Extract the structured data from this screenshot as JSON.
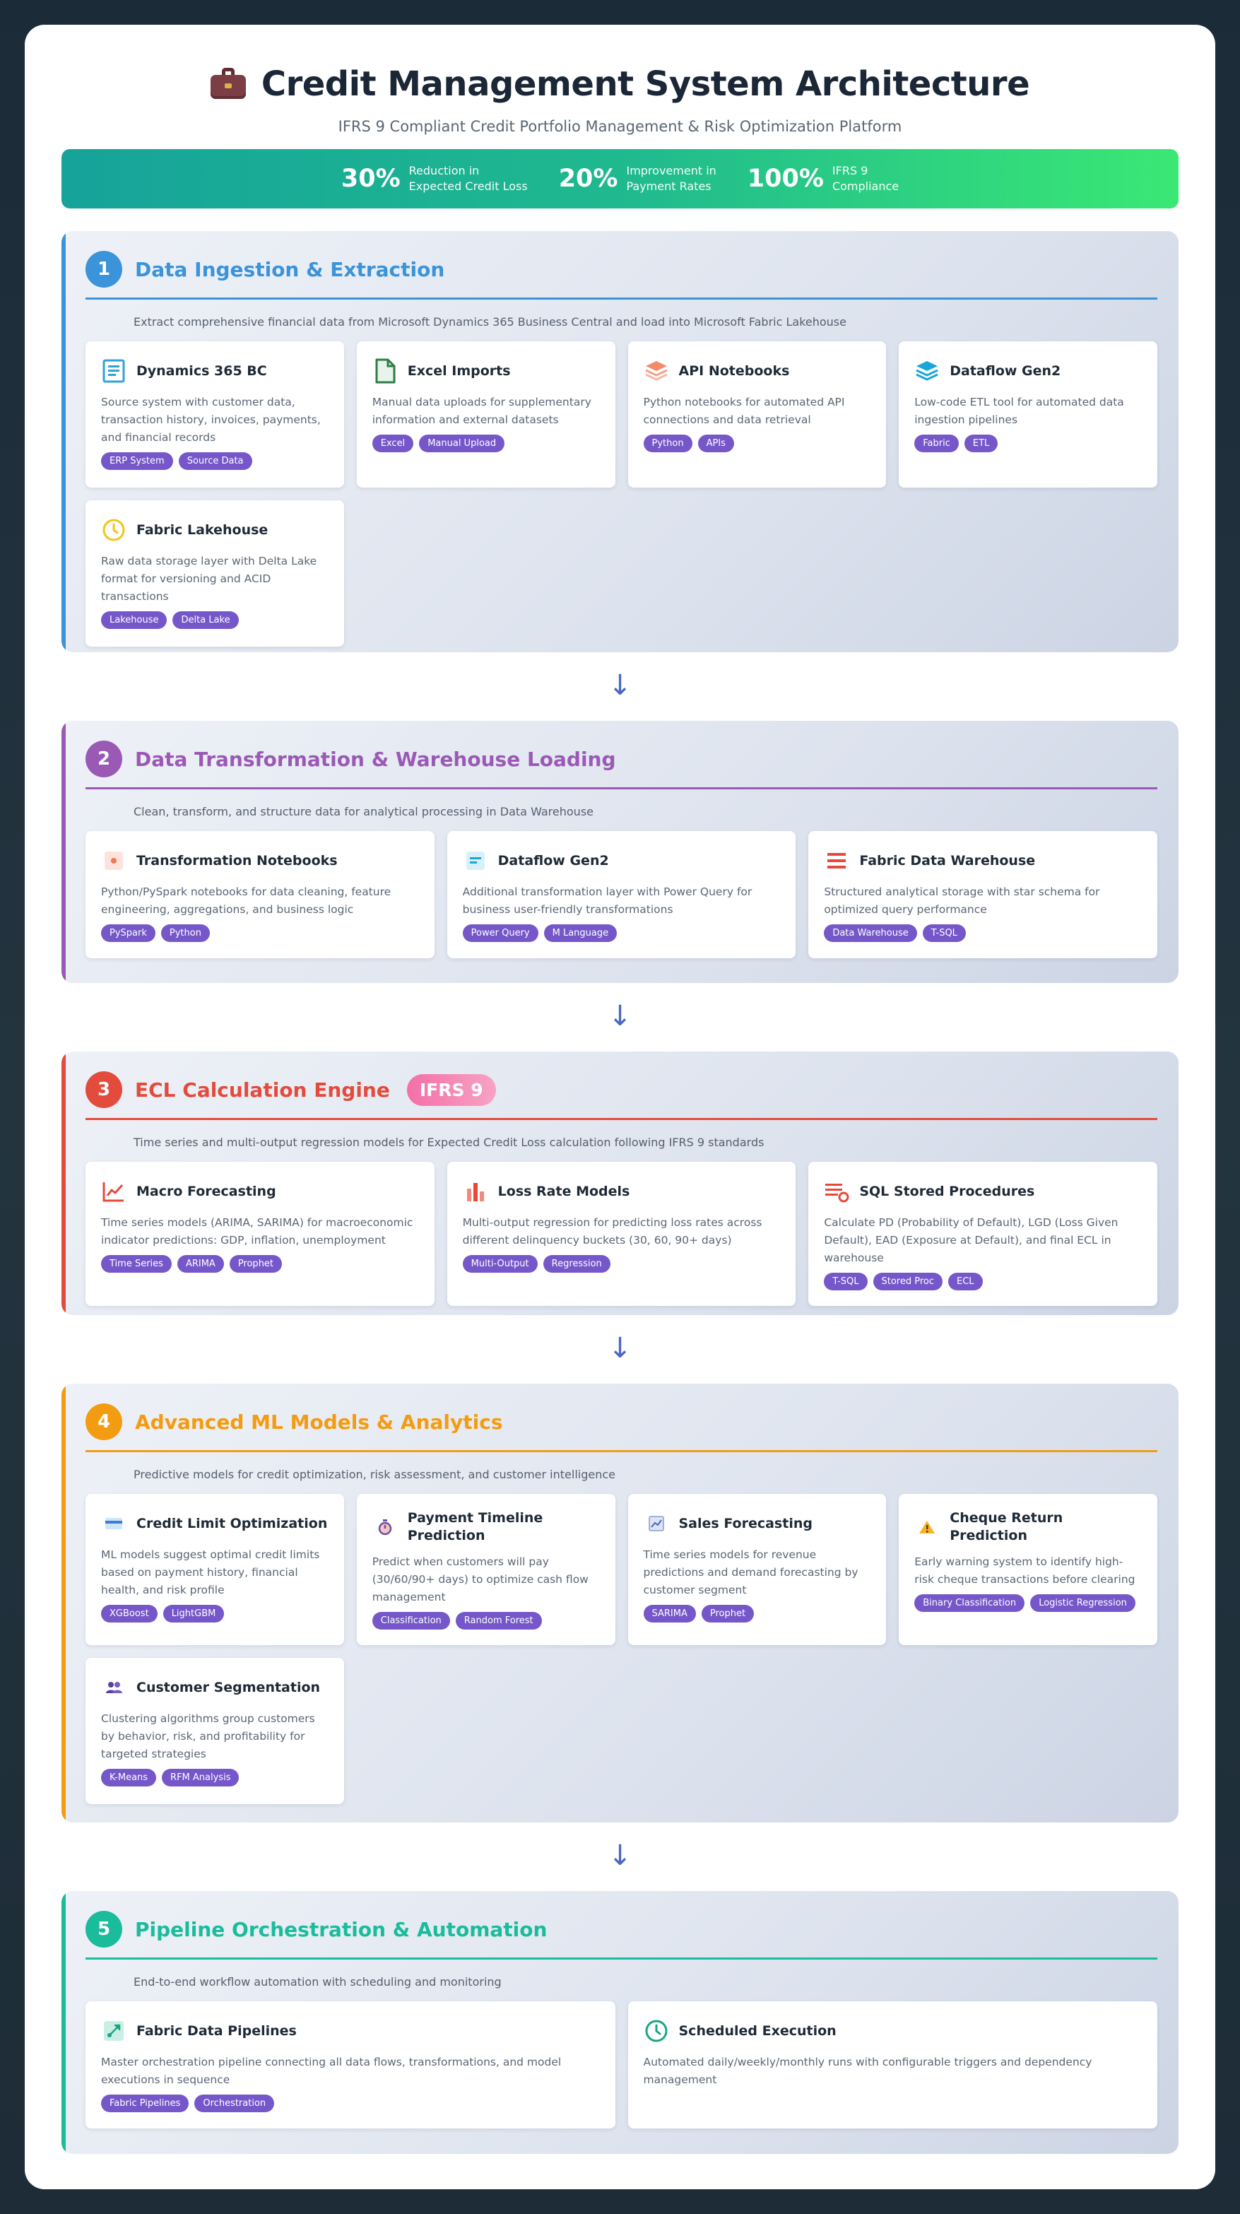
{
  "header": {
    "title": "Credit Management System Architecture",
    "subtitle": "IFRS 9 Compliant Credit Portfolio Management & Risk Optimization Platform",
    "icon": "briefcase-icon"
  },
  "stats": [
    {
      "value": "30%",
      "label": "Reduction in\nExpected Credit Loss"
    },
    {
      "value": "20%",
      "label": "Improvement in\nPayment Rates"
    },
    {
      "value": "100%",
      "label": "IFRS 9\nCompliance"
    }
  ],
  "arrow_glyph": "↓",
  "colors": {
    "s1": "#3b93d9",
    "s2": "#9b59b6",
    "s3": "#e34b3c",
    "s4": "#f39c12",
    "s5": "#1abc9c",
    "tag": "#7657c9"
  },
  "sections": [
    {
      "number": "1",
      "title": "Data Ingestion & Extraction",
      "description": "Extract comprehensive financial data from Microsoft Dynamics 365 Business Central and load into Microsoft Fabric Lakehouse",
      "cards": [
        {
          "title": "Dynamics 365 BC",
          "icon": "document-icon",
          "description": "Source system with customer data, transaction history, invoices, payments, and financial records",
          "tags": [
            "ERP System",
            "Source Data"
          ]
        },
        {
          "title": "Excel Imports",
          "icon": "spreadsheet-file-icon",
          "description": "Manual data uploads for supplementary information and external datasets",
          "tags": [
            "Excel",
            "Manual Upload"
          ]
        },
        {
          "title": "API Notebooks",
          "icon": "layers-icon",
          "description": "Python notebooks for automated API connections and data retrieval",
          "tags": [
            "Python",
            "APIs"
          ]
        },
        {
          "title": "Dataflow Gen2",
          "icon": "stack-icon",
          "description": "Low-code ETL tool for automated data ingestion pipelines",
          "tags": [
            "Fabric",
            "ETL"
          ]
        },
        {
          "title": "Fabric Lakehouse",
          "icon": "clock-icon",
          "description": "Raw data storage layer with Delta Lake format for versioning and ACID transactions",
          "tags": [
            "Lakehouse",
            "Delta Lake"
          ]
        }
      ]
    },
    {
      "number": "2",
      "title": "Data Transformation & Warehouse Loading",
      "description": "Clean, transform, and structure data for analytical processing in Data Warehouse",
      "cards": [
        {
          "title": "Transformation Notebooks",
          "icon": "notebook-icon",
          "description": "Python/PySpark notebooks for data cleaning, feature engineering, aggregations, and business logic",
          "tags": [
            "PySpark",
            "Python"
          ]
        },
        {
          "title": "Dataflow Gen2",
          "icon": "dataflow-icon",
          "description": "Additional transformation layer with Power Query for business user-friendly transformations",
          "tags": [
            "Power Query",
            "M Language"
          ]
        },
        {
          "title": "Fabric Data Warehouse",
          "icon": "list-icon",
          "description": "Structured analytical storage with star schema for optimized query performance",
          "tags": [
            "Data Warehouse",
            "T-SQL"
          ]
        }
      ]
    },
    {
      "number": "3",
      "title": "ECL Calculation Engine",
      "badge": "IFRS 9",
      "description": "Time series and multi-output regression models for Expected Credit Loss calculation following IFRS 9 standards",
      "cards": [
        {
          "title": "Macro Forecasting",
          "icon": "line-chart-icon",
          "description": "Time series models (ARIMA, SARIMA) for macroeconomic indicator predictions: GDP, inflation, unemployment",
          "tags": [
            "Time Series",
            "ARIMA",
            "Prophet"
          ]
        },
        {
          "title": "Loss Rate Models",
          "icon": "bar-chart-icon",
          "description": "Multi-output regression for predicting loss rates across different delinquency buckets (30, 60, 90+ days)",
          "tags": [
            "Multi-Output",
            "Regression"
          ]
        },
        {
          "title": "SQL Stored Procedures",
          "icon": "procedure-list-icon",
          "description": "Calculate PD (Probability of Default), LGD (Loss Given Default), EAD (Exposure at Default), and final ECL in warehouse",
          "tags": [
            "T-SQL",
            "Stored Proc",
            "ECL"
          ]
        }
      ]
    },
    {
      "number": "4",
      "title": "Advanced ML Models & Analytics",
      "description": "Predictive models for credit optimization, risk assessment, and customer intelligence",
      "cards": [
        {
          "title": "Credit Limit Optimization",
          "icon": "credit-card-icon",
          "description": "ML models suggest optimal credit limits based on payment history, financial health, and risk profile",
          "tags": [
            "XGBoost",
            "LightGBM"
          ]
        },
        {
          "title": "Payment Timeline Prediction",
          "icon": "stopwatch-icon",
          "description": "Predict when customers will pay (30/60/90+ days) to optimize cash flow management",
          "tags": [
            "Classification",
            "Random Forest"
          ]
        },
        {
          "title": "Sales Forecasting",
          "icon": "chart-document-icon",
          "description": "Time series models for revenue predictions and demand forecasting by customer segment",
          "tags": [
            "SARIMA",
            "Prophet"
          ]
        },
        {
          "title": "Cheque Return Prediction",
          "icon": "warning-icon",
          "description": "Early warning system to identify high-risk cheque transactions before clearing",
          "tags": [
            "Binary Classification",
            "Logistic Regression"
          ]
        },
        {
          "title": "Customer Segmentation",
          "icon": "users-icon",
          "description": "Clustering algorithms group customers by behavior, risk, and profitability for targeted strategies",
          "tags": [
            "K-Means",
            "RFM Analysis"
          ]
        }
      ]
    },
    {
      "number": "5",
      "title": "Pipeline Orchestration & Automation",
      "description": "End-to-end workflow automation with scheduling and monitoring",
      "cards": [
        {
          "title": "Fabric Data Pipelines",
          "icon": "pipeline-icon",
          "description": "Master orchestration pipeline connecting all data flows, transformations, and model executions in sequence",
          "tags": [
            "Fabric Pipelines",
            "Orchestration"
          ]
        },
        {
          "title": "Scheduled Execution",
          "icon": "schedule-clock-icon",
          "description": "Automated daily/weekly/monthly runs with configurable triggers and dependency management",
          "tags": []
        }
      ]
    }
  ]
}
